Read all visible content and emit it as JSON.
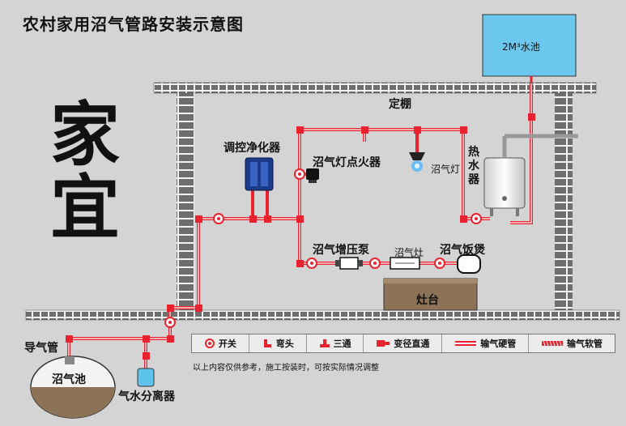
{
  "title": "农村家用沼气管路安装示意图",
  "logo_text": "家宜",
  "labels": {
    "ceiling": "定棚",
    "water_tank": "2M³水池",
    "purifier": "调控净化器",
    "igniter": "沼气灯点火器",
    "lamp": "沼气灯",
    "heater": "热水器",
    "booster": "沼气增压泵",
    "stove": "沼气灶",
    "rice_cooker": "沼气饭煲",
    "stove_platform": "灶台",
    "guide_pipe": "导气管",
    "biogas_pit": "沼气池",
    "separator": "气水分离器"
  },
  "legend": [
    {
      "icon": "switch-icon",
      "label": "开关"
    },
    {
      "icon": "elbow-icon",
      "label": "弯头"
    },
    {
      "icon": "tee-icon",
      "label": "三通"
    },
    {
      "icon": "reducer-icon",
      "label": "变径直通"
    },
    {
      "icon": "hard-pipe-icon",
      "label": "输气硬管"
    },
    {
      "icon": "soft-pipe-icon",
      "label": "输气软管"
    }
  ],
  "note": "以上内容仅供参考，施工按装时，可按实际情况调整",
  "colors": {
    "background": "#d4d4d4",
    "pipe": "#e8232f",
    "brick": "#6e6e6e",
    "water": "#6cc7ee",
    "soil": "#8c7358",
    "purifier": "#1c3b8a",
    "separator": "#5ec3ea"
  }
}
